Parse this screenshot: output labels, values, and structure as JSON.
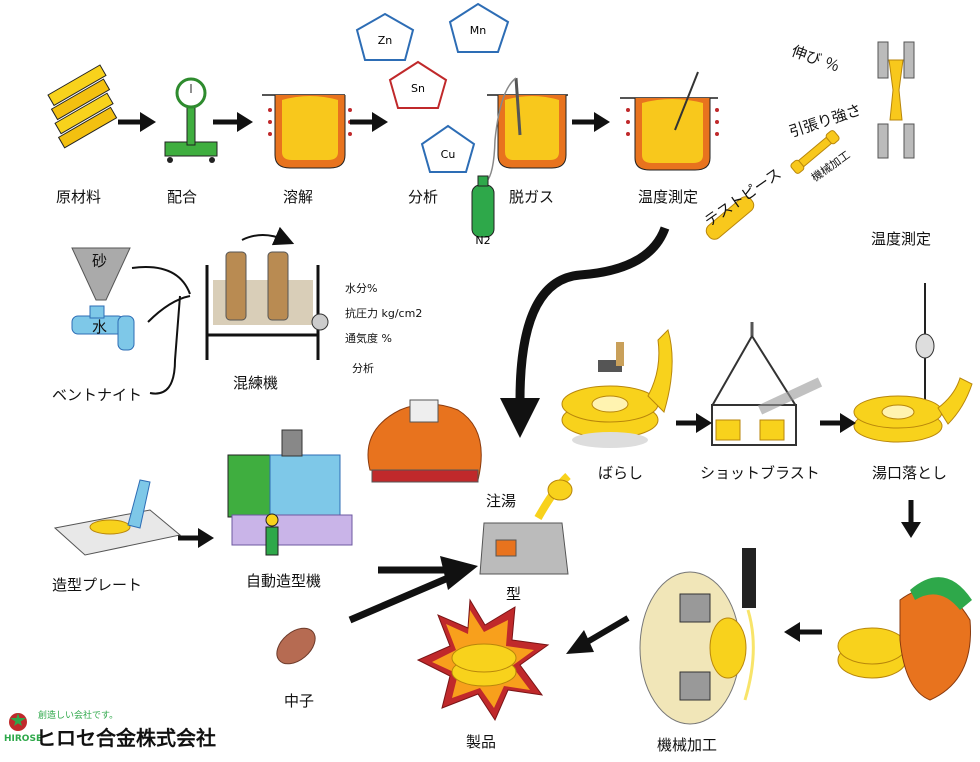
{
  "steps": {
    "raw_materials": "原材料",
    "blending": "配合",
    "melting": "溶解",
    "analysis": "分析",
    "degassing": "脱ガス",
    "temp_measure_1": "温度測定",
    "test_piece": "テストピース",
    "temp_measure_2": "温度測定",
    "elongation": "伸び  ％",
    "tensile": "引張り強さ",
    "machining_small": "機械加工",
    "sand": "砂",
    "water": "水",
    "bentonite": "ベントナイト",
    "mixer": "混練機",
    "moisture": "水分%",
    "compressive": "抗圧力  kg/cm2",
    "permeability": "通気度  %",
    "sand_analysis": "分析",
    "pouring": "注湯",
    "mold": "型",
    "shakeout": "ばらし",
    "shot_blast": "ショットブラスト",
    "gate_removal": "湯口落とし",
    "pattern_plate": "造型プレート",
    "auto_molding": "自動造型機",
    "core": "中子",
    "product": "製品",
    "machining": "機械加工"
  },
  "elements": {
    "zn": "Zn",
    "mn": "Mn",
    "sn": "Sn",
    "cu": "Cu",
    "n2": "N2"
  },
  "logo": {
    "tagline": "創造しい会社です。",
    "brand": "HIROSE",
    "company": "ヒロセ合金株式会社"
  },
  "colors": {
    "metal": "#f8c81c",
    "crucible": "#e8731e",
    "green": "#2ea84a",
    "blue": "#2d6db5",
    "red": "#c0292b"
  }
}
